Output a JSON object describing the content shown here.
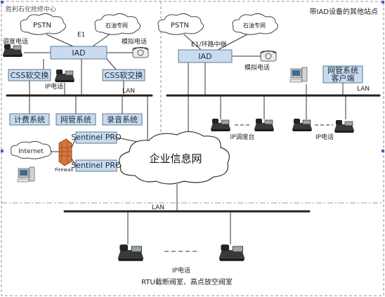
{
  "regions": {
    "left_top_title": "胜利石化抢修中心",
    "right_top_title": "带IAD设备的其他站点",
    "bottom_title": "RTU截断阀室、高点放空阀室"
  },
  "left_site": {
    "pstn": "PSTN",
    "private_net": "石油专网",
    "e1": "E1",
    "iad": "IAD",
    "dispatch_phone": "调度电话",
    "analog_phone": "模拟电话",
    "css_left": "CSS软交换",
    "css_right": "CSS软交换",
    "ip_phone": "IP电话",
    "lan": "LAN",
    "billing": "计费系统",
    "netmgmt": "网管系统",
    "recording": "录音系统"
  },
  "right_site": {
    "pstn": "PSTN",
    "private_net": "石油专网",
    "e1_loop": "E1/环路中继",
    "iad": "IAD",
    "analog_phone": "模拟电话",
    "netmgmt_client": "网管系统客户端",
    "lan": "LAN",
    "ip_console": "IP调度台",
    "ip_phone": "IP电话"
  },
  "center": {
    "internet": "Internet",
    "firewall": "Firewall",
    "sentinel_1": "Sentinel PRO",
    "sentinel_2": "Sentinel PRO",
    "enterprise_net": "企业信息网"
  },
  "bottom_site": {
    "lan": "LAN",
    "ip_phone": "IP电话"
  },
  "colors": {
    "box_fill": "#c9dbee",
    "box_border": "#5f7891",
    "line": "#333333",
    "firewall": "#d8753c"
  },
  "icons": [
    "cloud-icon",
    "desk-phone-icon",
    "analog-phone-icon",
    "computer-icon",
    "firewall-icon"
  ]
}
